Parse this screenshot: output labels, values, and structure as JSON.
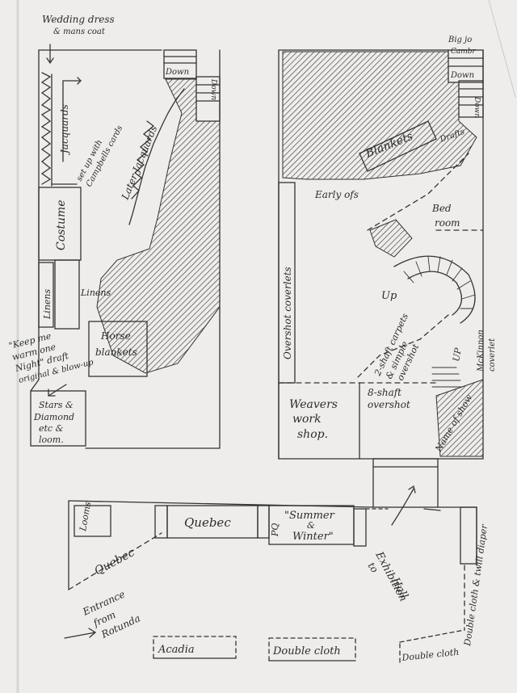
{
  "labels": {
    "wedding_dress_1": "Wedding dress",
    "wedding_dress_2": "& mans coat",
    "big_loom_1": "Big jo",
    "big_loom_2": "Cambr",
    "down_left": "Down",
    "down_left_vert": "Down",
    "down_right": "Down",
    "down_right_vert": "Down",
    "jacquards": "Jacquards",
    "set_up_1": "set up with",
    "set_up_2": "Campbells cards",
    "later_jacquards": "Later Jacquards",
    "costume": "Costume",
    "linens_vert": "Linens",
    "linens": "Linens",
    "horse_blankets_1": "Horse",
    "horse_blankets_2": "blankets",
    "keep_1": "\"Keep me",
    "keep_2": "warm one",
    "keep_3": "Night\" draft",
    "keep_4": "original & blow-up",
    "stars_1": "Stars &",
    "stars_2": "Diamond",
    "stars_3": "etc &",
    "stars_4": "loom.",
    "blankets": "Blankets",
    "drafts": "Drafts",
    "early_ofs": "Early ofs",
    "bed_room_1": "Bed",
    "bed_room_2": "room",
    "overshot_coverlets": "Overshot coverlets",
    "up_1": "Up",
    "up_2": "UP",
    "carpets_1": "2-shaft carpets",
    "carpets_2": "& simple",
    "carpets_3": "overshot",
    "mckinnon_1": "McKinnon",
    "mckinnon_2": "coverlet",
    "weavers_1": "Weavers",
    "weavers_2": "work",
    "weavers_3": "shop.",
    "eight_shaft_1": "8-shaft",
    "eight_shaft_2": "overshot",
    "name_of_show": "Name of show",
    "looms": "Looms",
    "quebec": "Quebec",
    "quebec_diag": "Quebec",
    "pq": "PQ",
    "summer_1": "\"Summer",
    "summer_2": "&",
    "summer_3": "Winter\"",
    "exhibition_1": "to",
    "exhibition_2": "Exhibition",
    "exhibition_3": "Hall",
    "entrance_1": "Entrance",
    "entrance_2": "from",
    "entrance_3": "Rotunda",
    "acadia": "Acadia",
    "double_cloth": "Double cloth",
    "double_cloth_twill": "Double cloth & twill diaper"
  }
}
